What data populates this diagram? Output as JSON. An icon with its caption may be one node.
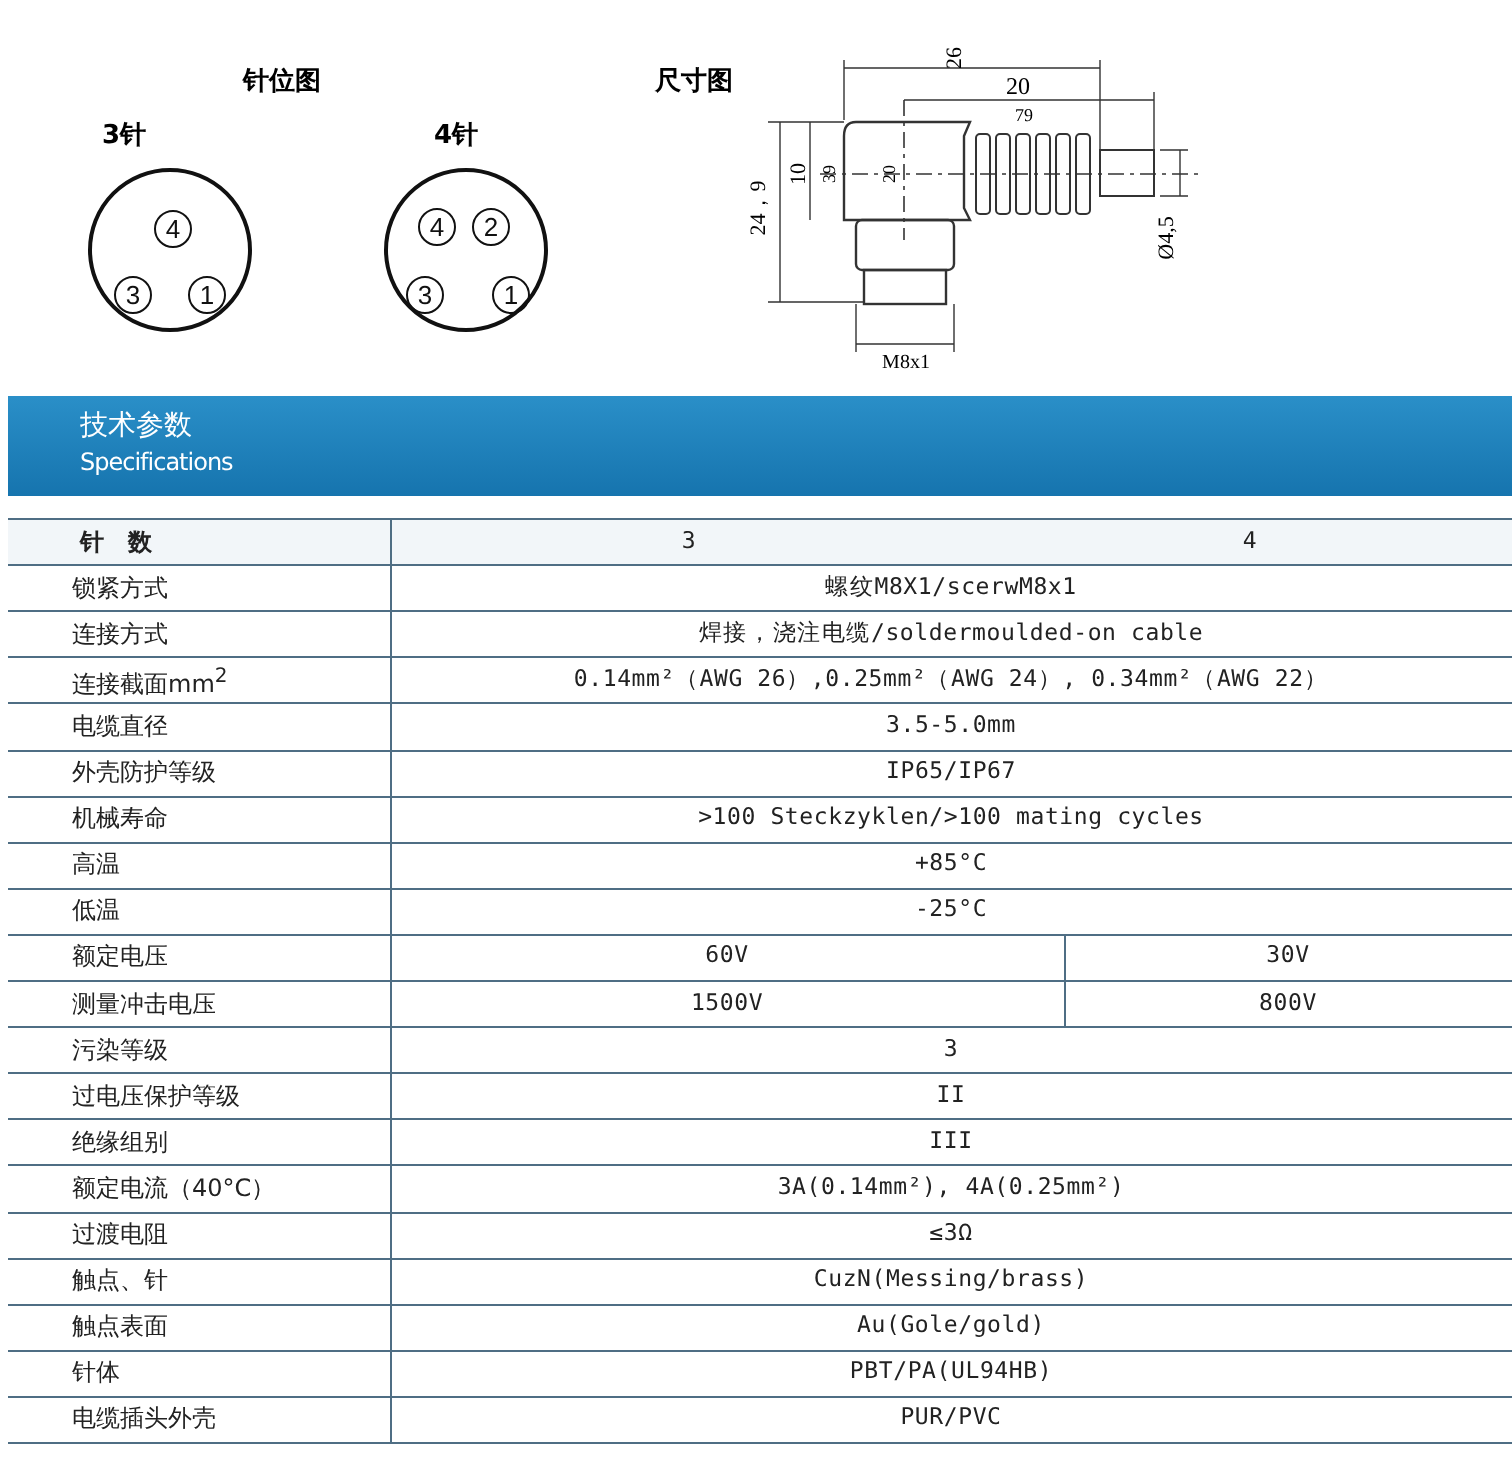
{
  "diagram": {
    "nodes": [
      {
        "text": [],
        "shape": "circle"
      },
      {
        "text": [
          "4"
        ],
        "in": 0
      },
      {
        "text": [
          "3"
        ],
        "in": 0
      },
      {
        "text": [
          "1"
        ],
        "in": 0
      },
      {
        "text": [],
        "shape": "circle"
      },
      {
        "text": [
          "4"
        ],
        "in": 4
      },
      {
        "text": [
          "2"
        ],
        "in": 4
      },
      {
        "text": [
          "3"
        ],
        "in": 4
      },
      {
        "text": [
          "1"
        ],
        "in": 4
      }
    ],
    "labels": [
      "针位图",
      "尺寸图",
      "3针",
      "4针",
      "26",
      "20",
      "79",
      "24，9",
      "10",
      "39",
      "20",
      "Ø4,5",
      "M8x1",
      "技术参数",
      "Specifications",
      "针　数",
      "3",
      "4",
      "锁紧方式",
      "螺纹M8X1/scerwM8x1",
      "连接方式",
      "焊接，浇注电缆/soldermoulded-on cable",
      "连接截面mm$^{2}$",
      "0.14mm²（AWG 26）,0.25mm²（AWG 24）, 0.34mm²（AWG 22）",
      "电缆直径",
      "3.5-5.0mm",
      "外壳防护等级",
      "IP65/IP67",
      "机械寿命",
      ">100 Steckzyklen/>100 mating cycles",
      "高温",
      "+85°C",
      "低温",
      "-25°C",
      "额定电压",
      "60V",
      "30V",
      "测量冲击电压",
      "1500V",
      "800V",
      "污染等级",
      "3",
      "过电压保护等级",
      "II",
      "绝缘组别",
      "III",
      "额定电流（40°C）",
      "3A(0.14mm²), 4A(0.25mm²)",
      "过渡电阻",
      "≤3Ω",
      "触点、针",
      "CuzN(Messing/brass)",
      "触点表面",
      "Au(Gole/gold)",
      "针体",
      "PBT/PA(UL94HB)",
      "电缆插头外壳",
      "PUR/PVC"
    ]
  }
}
